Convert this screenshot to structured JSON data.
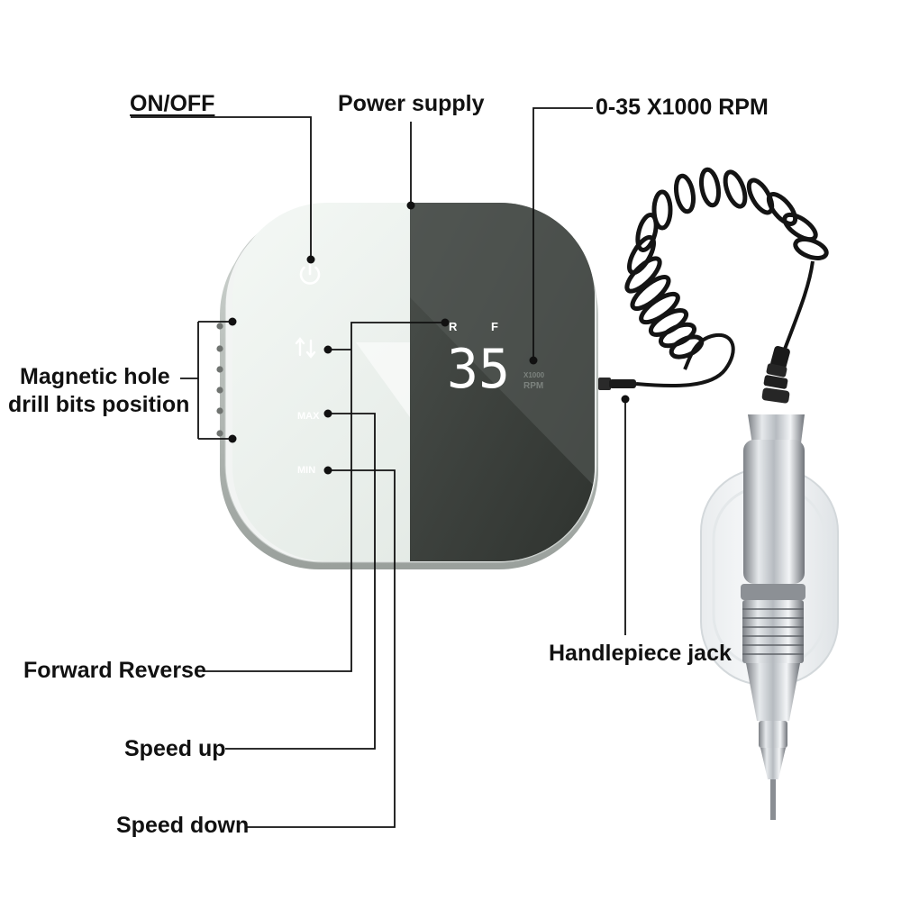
{
  "labels": {
    "on_off": "ON/OFF",
    "power_supply": "Power supply",
    "rpm_range": "0-35 X1000 RPM",
    "magnetic_line1": "Magnetic hole",
    "magnetic_line2": "drill bits position",
    "forward_reverse": "Forward Reverse",
    "speed_up": "Speed up",
    "speed_down": "Speed down",
    "handpiece_jack": "Handlepiece jack"
  },
  "panel": {
    "indicator_r": "R",
    "indicator_f": "F",
    "display_value": "35",
    "unit_multiplier": "X1000",
    "unit": "RPM",
    "max_button": "MAX",
    "min_button": "MIN"
  },
  "icons": [
    "power-icon",
    "forward-reverse-icon"
  ],
  "colors": {
    "panel_dark": "#434743",
    "panel_light": "#e8eee9",
    "display_text": "#ffffff",
    "label_text": "#111111",
    "callout_line": "#111111"
  }
}
